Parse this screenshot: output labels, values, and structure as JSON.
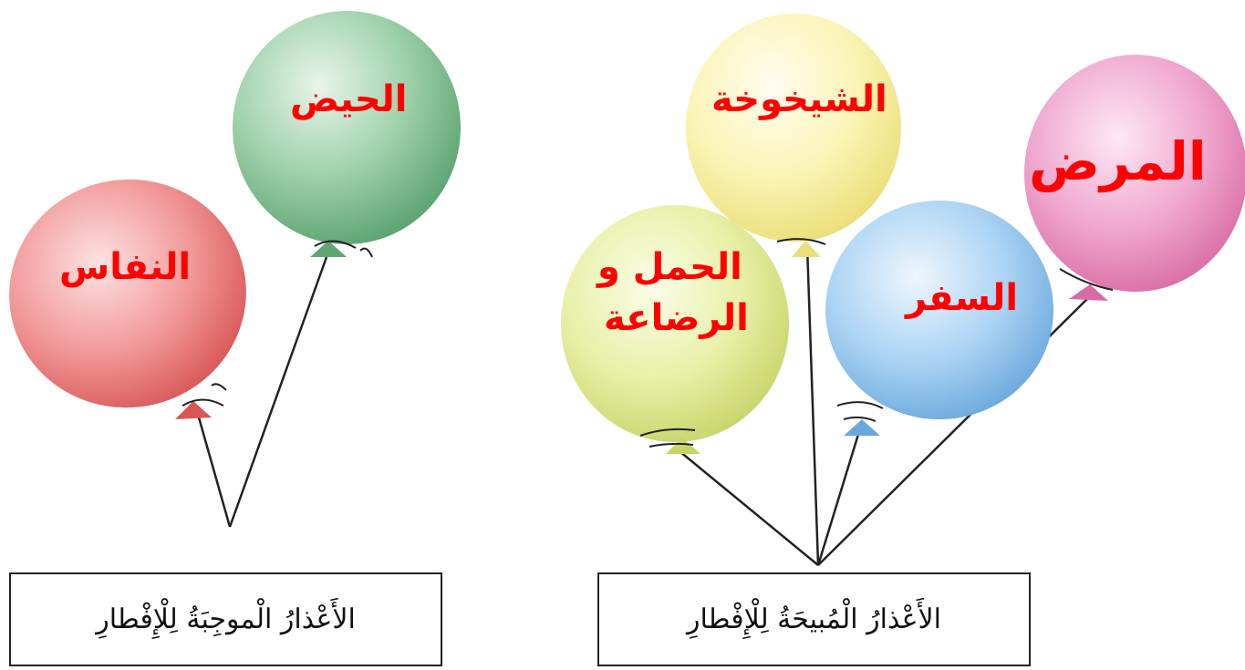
{
  "left_group": {
    "balloons": [
      {
        "label": "الحيض",
        "color": "#7fbf8f"
      },
      {
        "label": "النفاس",
        "color": "#ec7070"
      }
    ],
    "caption": "الأَعْذارُ الْموجِبَةُ لِلْإِفْطارِ"
  },
  "right_group": {
    "balloons": [
      {
        "label": "الشيخوخة",
        "color": "#f8ef9a"
      },
      {
        "label": "المرض",
        "color": "#ea8fbe"
      },
      {
        "label": "الحمل و الرضاعة",
        "line1": "الحمل و",
        "line2": "الرضاعة",
        "color": "#dfe98a"
      },
      {
        "label": "السفر",
        "color": "#8ec4ee"
      }
    ],
    "caption": "الأَعْذارُ الْمُبيحَةُ لِلْإِفْطارِ"
  },
  "colors": {
    "label_text": "#ff0000",
    "string": "#222222",
    "box_border": "#222222"
  }
}
